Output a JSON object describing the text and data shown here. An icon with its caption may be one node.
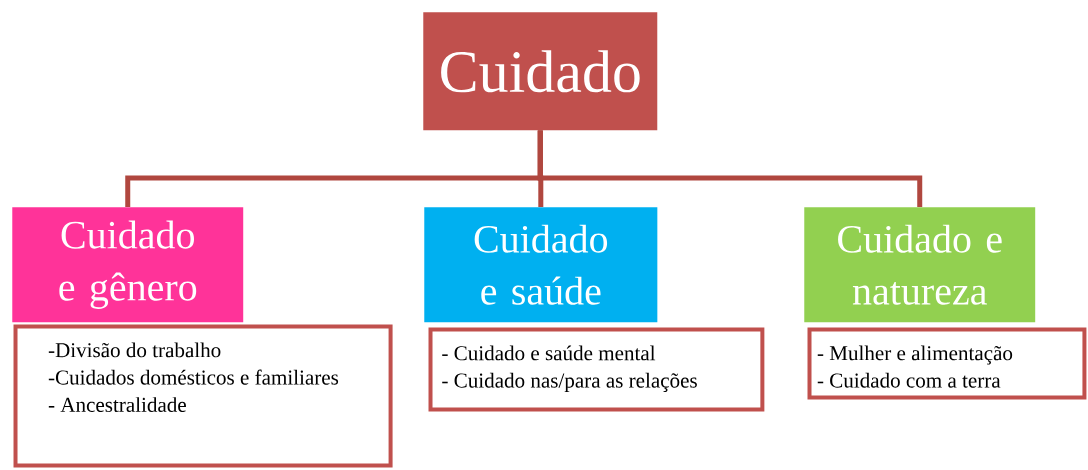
{
  "diagram": {
    "nodes": [
      {
        "text": [
          "Cuidado"
        ]
      },
      {
        "text": [
          "Cuidado e gênero"
        ]
      },
      {
        "text": [
          "-Divisão do trabalho",
          "-Cuidados domésticos e familiares",
          "- Ancestralidade"
        ]
      },
      {
        "text": [
          "Cuidado e saúde"
        ]
      },
      {
        "text": [
          "- Cuidado e saúde mental",
          "- Cuidado nas/para as relações"
        ]
      },
      {
        "text": [
          "Cuidado e natureza"
        ]
      },
      {
        "text": [
          "- Mulher e alimentação",
          "- Cuidado com a terra"
        ]
      }
    ],
    "edges": [
      {
        "from": 0,
        "to": 1,
        "arrow": "none"
      },
      {
        "from": 0,
        "to": 3,
        "arrow": "none"
      },
      {
        "from": 0,
        "to": 5,
        "arrow": "none"
      }
    ]
  }
}
